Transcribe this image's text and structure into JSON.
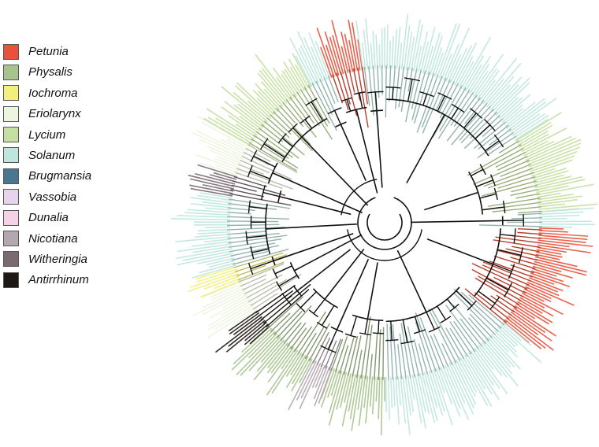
{
  "legend": {
    "items": [
      {
        "label": "Petunia",
        "color": "#e8513a"
      },
      {
        "label": "Physalis",
        "color": "#a8c48e"
      },
      {
        "label": "Iochroma",
        "color": "#f4ef7c"
      },
      {
        "label": "Eriolarynx",
        "color": "#eef5de"
      },
      {
        "label": "Lycium",
        "color": "#c4dfa0"
      },
      {
        "label": "Solanum",
        "color": "#bfe6de"
      },
      {
        "label": "Brugmansia",
        "color": "#4a7690"
      },
      {
        "label": "Vassobia",
        "color": "#e6d4ec"
      },
      {
        "label": "Dunalia",
        "color": "#f6d2e6"
      },
      {
        "label": "Nicotiana",
        "color": "#b4a8b0"
      },
      {
        "label": "Witheringia",
        "color": "#7a6a72"
      },
      {
        "label": "Antirrhinum",
        "color": "#1e1814"
      }
    ]
  },
  "tree": {
    "clades": [
      {
        "genus": "Solanum",
        "start_deg": 0,
        "end_deg": 58
      },
      {
        "genus": "Lycium",
        "start_deg": 58,
        "end_deg": 86
      },
      {
        "genus": "Solanum",
        "start_deg": 86,
        "end_deg": 92
      },
      {
        "genus": "Petunia",
        "start_deg": 92,
        "end_deg": 130
      },
      {
        "genus": "Solanum",
        "start_deg": 130,
        "end_deg": 180
      },
      {
        "genus": "Physalis",
        "start_deg": 180,
        "end_deg": 200
      },
      {
        "genus": "Nicotiana",
        "start_deg": 200,
        "end_deg": 208
      },
      {
        "genus": "Physalis",
        "start_deg": 208,
        "end_deg": 228
      },
      {
        "genus": "Antirrhinum",
        "start_deg": 228,
        "end_deg": 236
      },
      {
        "genus": "Eriolarynx",
        "start_deg": 236,
        "end_deg": 248
      },
      {
        "genus": "Iochroma",
        "start_deg": 248,
        "end_deg": 254
      },
      {
        "genus": "Solanum",
        "start_deg": 254,
        "end_deg": 280
      },
      {
        "genus": "Witheringia",
        "start_deg": 280,
        "end_deg": 288
      },
      {
        "genus": "Eriolarynx",
        "start_deg": 288,
        "end_deg": 300
      },
      {
        "genus": "Lycium",
        "start_deg": 300,
        "end_deg": 332
      },
      {
        "genus": "Solanum",
        "start_deg": 332,
        "end_deg": 340
      },
      {
        "genus": "Petunia",
        "start_deg": 340,
        "end_deg": 352
      },
      {
        "genus": "Solanum",
        "start_deg": 352,
        "end_deg": 360
      }
    ]
  }
}
